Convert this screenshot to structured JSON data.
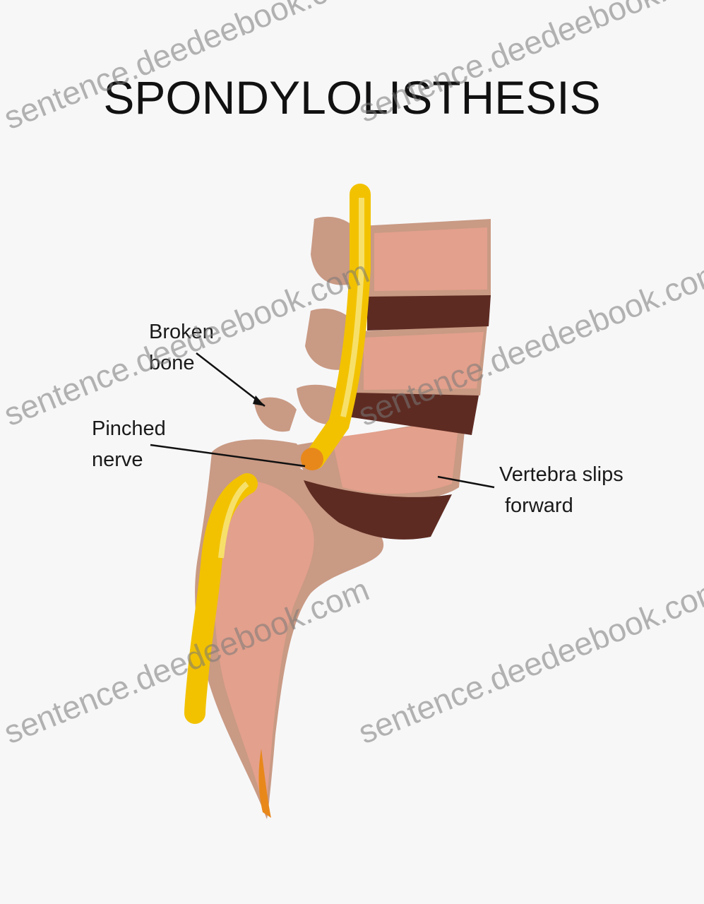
{
  "title": "SPONDYLOLISTHESIS",
  "labels": {
    "broken_bone": [
      "Broken",
      "bone"
    ],
    "pinched_nerve": [
      "Pinched",
      "nerve"
    ],
    "vertebra_slips": [
      "Vertebra slips",
      "forward"
    ]
  },
  "watermark": "sentence.deedeebook.com",
  "colors": {
    "bone": "#c99a84",
    "body": "#e3a08c",
    "disc": "#5e2b22",
    "nerve": "#f2c200",
    "accent": "#e8881a"
  }
}
